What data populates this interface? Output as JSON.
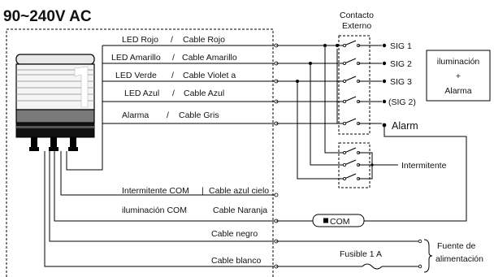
{
  "title": "90~240V AC",
  "external_contact": {
    "line1": "Contacto",
    "line2": "Externo"
  },
  "led_lines": [
    {
      "led": "LED Rojo",
      "cable": "Cable Rojo"
    },
    {
      "led": "LED Amarillo",
      "cable": "Cable Amarillo"
    },
    {
      "led": "LED Verde",
      "cable": "Cable Violet a"
    },
    {
      "led": "LED Azul",
      "cable": "Cable Azul"
    },
    {
      "led": "Alarma",
      "cable": "Cable Gris"
    }
  ],
  "sep": "/",
  "signals": [
    "SIG 1",
    "SIG 2",
    "SIG 3",
    "(SIG 2)",
    "Alarm"
  ],
  "illumination_box": {
    "line1": "iluminación",
    "line2": "+",
    "line3": "Alarma"
  },
  "flashing_label": "Intermitente",
  "bottom_lines": {
    "flash_com": {
      "left": "Intermitente  COM",
      "sep": "|",
      "right": "Cable azul cielo"
    },
    "ill_com": {
      "left": "iluminación  COM",
      "right": "Cable Naranja"
    },
    "black": "Cable negro",
    "white": "Cable blanco"
  },
  "com_box": "COM",
  "fuse": "Fusible 1 A",
  "power_source": {
    "line1": "Fuente de",
    "line2": "alimentación"
  }
}
